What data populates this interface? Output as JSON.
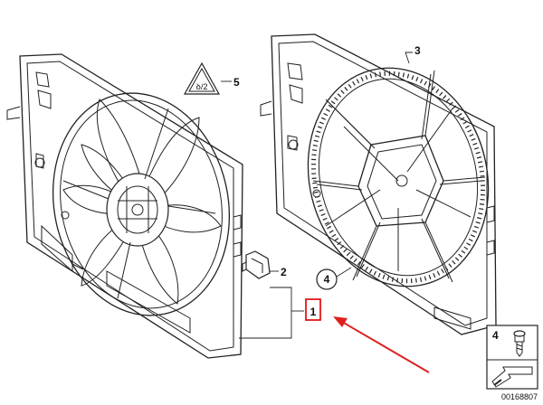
{
  "callouts": {
    "c1": "1",
    "c2": "2",
    "c3": "3",
    "c4": "4",
    "c5": "5",
    "c4_legend": "4"
  },
  "warning_symbol_text": "ꝺ/2",
  "diagram_number": "00168807",
  "colors": {
    "line": "#222222",
    "highlight_box": "#e01818",
    "arrow": "#e02020",
    "background": "#ffffff"
  }
}
